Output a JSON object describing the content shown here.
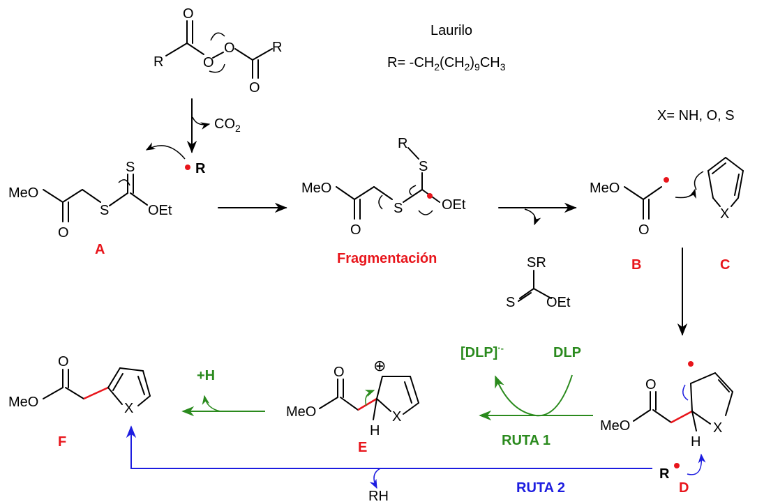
{
  "colors": {
    "red": "#e8151b",
    "green": "#2a8a1d",
    "blue": "#1d1de0",
    "black": "#000000"
  },
  "top": {
    "initiator_label": "Laurilo",
    "r_definition_prefix": "R= -CH",
    "r_definition_s1": "2",
    "r_definition_mid1": "(CH",
    "r_definition_mid2": "2",
    "r_definition_mid3": ")",
    "r_definition_s2": "9",
    "r_definition_end": "CH",
    "r_definition_s3": "3",
    "x_definition": "X= NH, O, S",
    "co2_main": "CO",
    "co2_sub": "2"
  },
  "atoms": {
    "R": "R",
    "O": "O",
    "S": "S",
    "MeO": "MeO",
    "OEt": "OEt",
    "SR": "SR",
    "X": "X",
    "H": "H"
  },
  "labels": {
    "A": "A",
    "B": "B",
    "C": "C",
    "D": "D",
    "E": "E",
    "F": "F",
    "fragmentation": "Fragmentación",
    "ruta1": "RUTA 1",
    "ruta2": "RUTA 2",
    "dlp": "DLP",
    "dlp_radical_anion": "[DLP]",
    "dlp_charge": "·-",
    "plus_h": "+H",
    "rh": "RH",
    "cation_symbol": "⊕"
  }
}
